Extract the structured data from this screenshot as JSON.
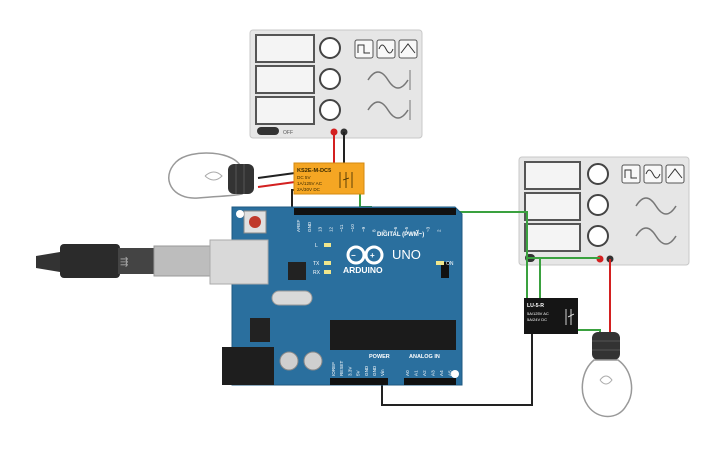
{
  "relay1": {
    "model": "KS2E-M-DC5",
    "spec1": "DC 5V",
    "spec2": "1A/125V AC",
    "spec3": "2A/30V DC"
  },
  "relay2": {
    "model": "LU-5-R",
    "spec1": "5A/125V AC",
    "spec2": "5A/24V DC"
  },
  "arduino": {
    "logo_text": "ARDUINO",
    "model": "UNO",
    "digital_label": "DIGITAL (PWM~)",
    "power_label": "POWER",
    "analog_label": "ANALOG IN",
    "on_label": "ON",
    "tx_label": "TX",
    "rx_label": "RX",
    "l_label": "L",
    "txrx_pins": [
      "TX→1",
      "RX←0"
    ],
    "digital_pins": [
      "AREF",
      "GND",
      "13",
      "12",
      "~11",
      "~10",
      "~9",
      "8",
      "7",
      "~6",
      "~5",
      "4",
      "~3",
      "2"
    ],
    "power_pins": [
      "IOREF",
      "RESET",
      "3.3V",
      "5V",
      "GND",
      "GND",
      "Vin"
    ],
    "analog_pins": [
      "A0",
      "A1",
      "A2",
      "A3",
      "A4",
      "A5"
    ]
  },
  "function_generator": {
    "toggle_label": "OFF"
  },
  "colors": {
    "board": "#2a6f9e",
    "relay_orange": "#f5a623",
    "wire_green": "#3aa13f",
    "wire_red": "#d32020",
    "wire_black": "#222222",
    "instrument_body": "#e4e4e4"
  }
}
